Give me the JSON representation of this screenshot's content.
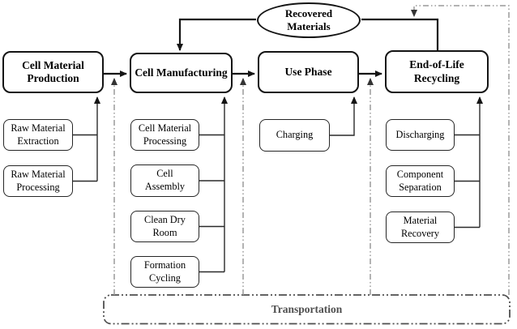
{
  "diagram": {
    "title_semantic": "battery-life-cycle-flow",
    "recovered_materials": {
      "label": "Recovered\nMaterials"
    },
    "transportation": {
      "label": "Transportation"
    },
    "stages": [
      {
        "label": "Cell Material\nProduction",
        "sub": [
          "Raw Material\nExtraction",
          "Raw Material\nProcessing"
        ]
      },
      {
        "label": "Cell Manufacturing",
        "sub": [
          "Cell Material\nProcessing",
          "Cell\nAssembly",
          "Clean Dry\nRoom",
          "Formation\nCycling"
        ]
      },
      {
        "label": "Use Phase",
        "sub": [
          "Charging"
        ]
      },
      {
        "label": "End-of-Life\nRecycling",
        "sub": [
          "Discharging",
          "Component\nSeparation",
          "Material\nRecovery"
        ]
      }
    ],
    "colors": {
      "background": "#ffffff",
      "box_border": "#141414",
      "text": "#000000",
      "transport_border": "#4f4f4f",
      "transport_text": "#4f4f4f",
      "dash_line": "#9a9a9a",
      "arrowhead": "#141414"
    }
  }
}
